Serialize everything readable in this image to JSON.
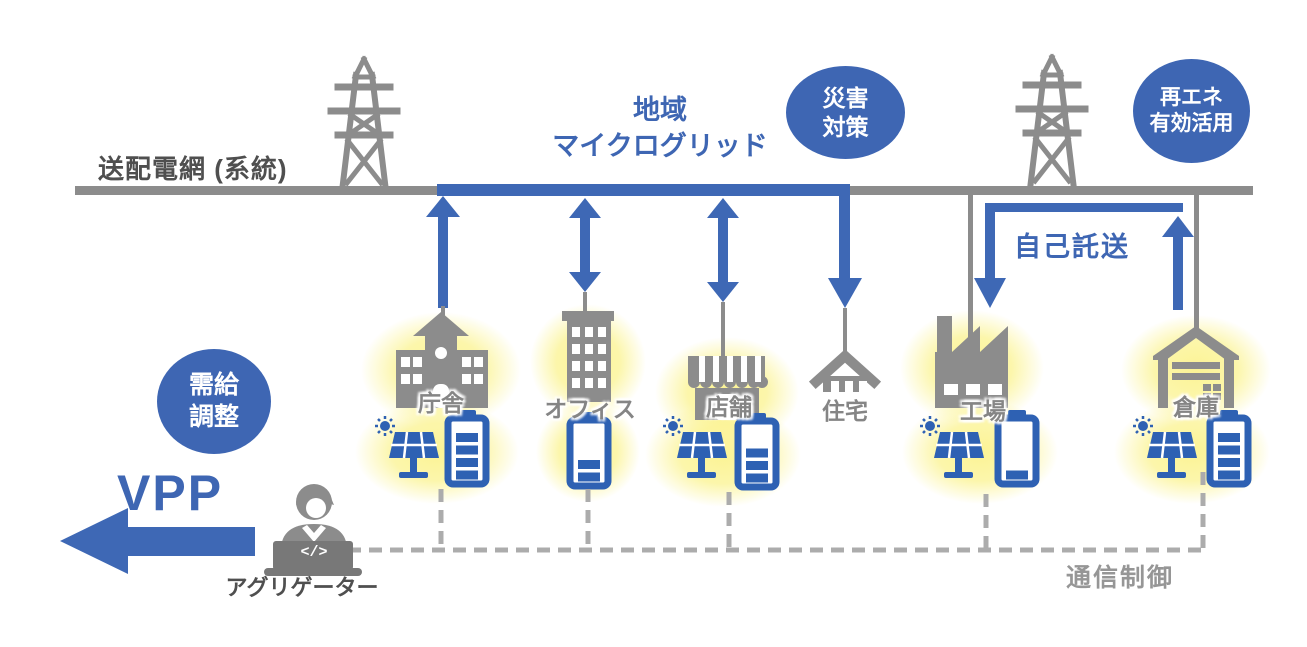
{
  "colors": {
    "blue": "#3E68B5",
    "device_blue": "#2E61B3",
    "badge_blue": "#3E66B3",
    "gray": "#8C8C8C",
    "dark_text": "#4F4F4F",
    "site_label": "#858585",
    "dashed": "#ACACAC",
    "glow": "#FBF38F"
  },
  "grid": {
    "label": "送配電網 (系統)"
  },
  "microgrid": {
    "label_line1": "地域",
    "label_line2": "マイクログリッド"
  },
  "badges": {
    "disaster": {
      "line1": "災害",
      "line2": "対策"
    },
    "renewable": {
      "line1": "再エネ",
      "line2": "有効活用"
    },
    "supply_demand": {
      "line1": "需給",
      "line2": "調整"
    }
  },
  "self_wheeling": {
    "label": "自己託送"
  },
  "vpp": {
    "label": "VPP"
  },
  "aggregator": {
    "label": "アグリゲーター",
    "laptop_glyph": "</>"
  },
  "communication": {
    "label": "通信制御"
  },
  "sites": [
    {
      "id": "government-office",
      "label": "庁舎",
      "has_solar": true,
      "has_battery": true,
      "battery_bars": 4,
      "highlighted": true,
      "grid_flow": "up"
    },
    {
      "id": "office",
      "label": "オフィス",
      "has_solar": false,
      "has_battery": true,
      "battery_bars": 2,
      "highlighted": true,
      "grid_flow": "both"
    },
    {
      "id": "store",
      "label": "店舗",
      "has_solar": true,
      "has_battery": true,
      "battery_bars": 3,
      "highlighted": true,
      "grid_flow": "both"
    },
    {
      "id": "house",
      "label": "住宅",
      "has_solar": false,
      "has_battery": false,
      "battery_bars": 0,
      "highlighted": false,
      "grid_flow": "down"
    },
    {
      "id": "factory",
      "label": "工場",
      "has_solar": true,
      "has_battery": true,
      "battery_bars": 1,
      "highlighted": true,
      "grid_flow": "self-wheeling-in"
    },
    {
      "id": "warehouse",
      "label": "倉庫",
      "has_solar": true,
      "has_battery": true,
      "battery_bars": 4,
      "highlighted": true,
      "grid_flow": "self-wheeling-out"
    }
  ]
}
